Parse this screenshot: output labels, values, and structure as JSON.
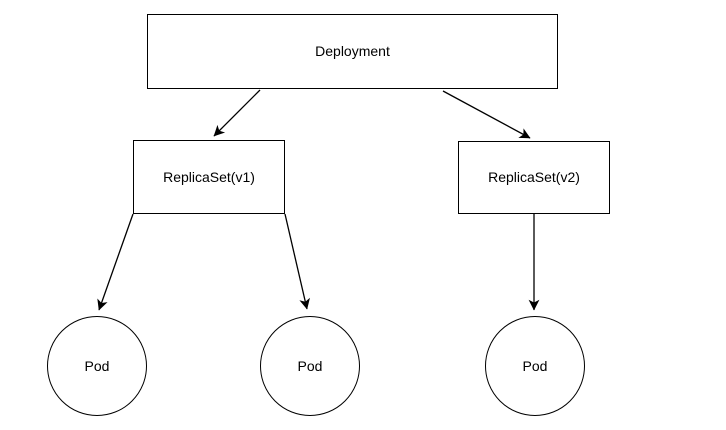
{
  "diagram": {
    "type": "flowchart",
    "description": "Kubernetes Deployment hierarchy: a Deployment manages two ReplicaSets, which manage Pods",
    "colors": {
      "background": "#ffffff",
      "node_fill": "#ffffff",
      "node_stroke": "#000000",
      "edge_stroke": "#000000",
      "text": "#000000"
    },
    "nodes": {
      "deployment": {
        "label": "Deployment",
        "shape": "rectangle"
      },
      "replicaset_v1": {
        "label": "ReplicaSet(v1)",
        "shape": "rectangle"
      },
      "replicaset_v2": {
        "label": "ReplicaSet(v2)",
        "shape": "rectangle"
      },
      "pod_1": {
        "label": "Pod",
        "shape": "circle"
      },
      "pod_2": {
        "label": "Pod",
        "shape": "circle"
      },
      "pod_3": {
        "label": "Pod",
        "shape": "circle"
      }
    },
    "edges": [
      {
        "from": "deployment",
        "to": "replicaset_v1",
        "style": "arrow"
      },
      {
        "from": "deployment",
        "to": "replicaset_v2",
        "style": "arrow"
      },
      {
        "from": "replicaset_v1",
        "to": "pod_1",
        "style": "arrow"
      },
      {
        "from": "replicaset_v1",
        "to": "pod_2",
        "style": "arrow"
      },
      {
        "from": "replicaset_v2",
        "to": "pod_3",
        "style": "arrow"
      }
    ]
  }
}
